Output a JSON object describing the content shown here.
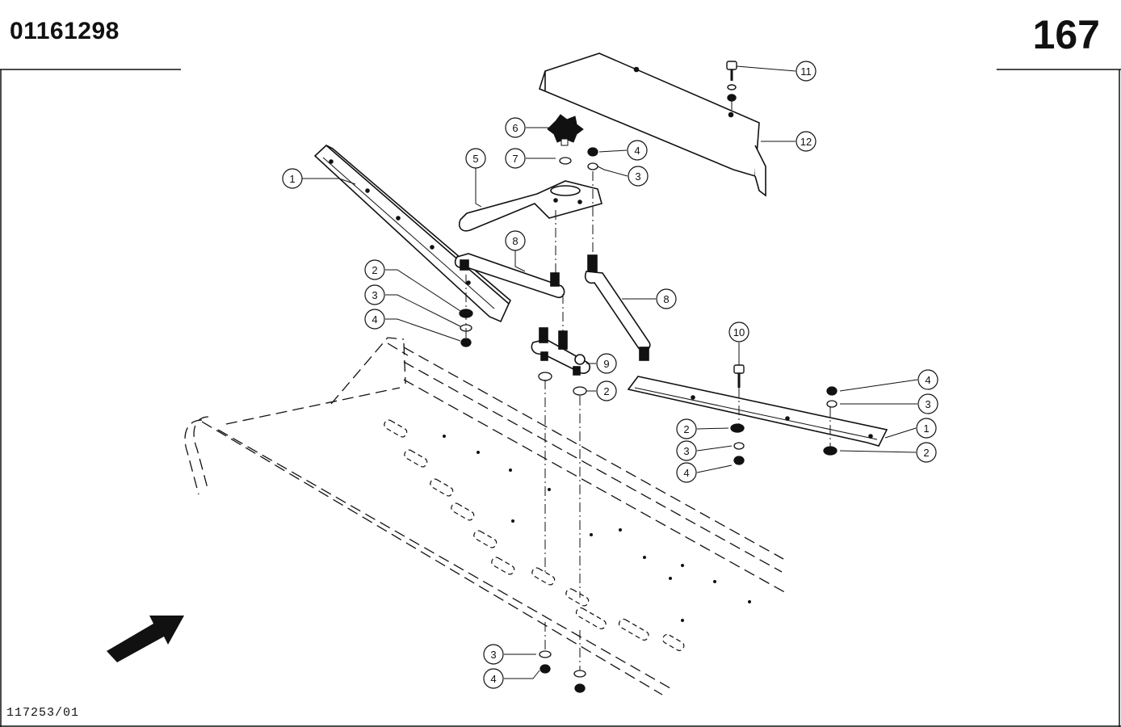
{
  "header": {
    "part_number": "01161298",
    "page_number": "167"
  },
  "footer": {
    "drawing_reference": "117253/01"
  },
  "callouts": [
    {
      "label": "1"
    },
    {
      "label": "2"
    },
    {
      "label": "3"
    },
    {
      "label": "4"
    },
    {
      "label": "5"
    },
    {
      "label": "6"
    },
    {
      "label": "7"
    },
    {
      "label": "4"
    },
    {
      "label": "3"
    },
    {
      "label": "8"
    },
    {
      "label": "8"
    },
    {
      "label": "9"
    },
    {
      "label": "2"
    },
    {
      "label": "10"
    },
    {
      "label": "11"
    },
    {
      "label": "12"
    },
    {
      "label": "4"
    },
    {
      "label": "3"
    },
    {
      "label": "1"
    },
    {
      "label": "2"
    },
    {
      "label": "2"
    },
    {
      "label": "3"
    },
    {
      "label": "4"
    },
    {
      "label": "3"
    },
    {
      "label": "4"
    }
  ],
  "colors": {
    "ink": "#111111",
    "paper": "#ffffff"
  },
  "icons": {
    "direction_arrow": "arrow-icon"
  }
}
